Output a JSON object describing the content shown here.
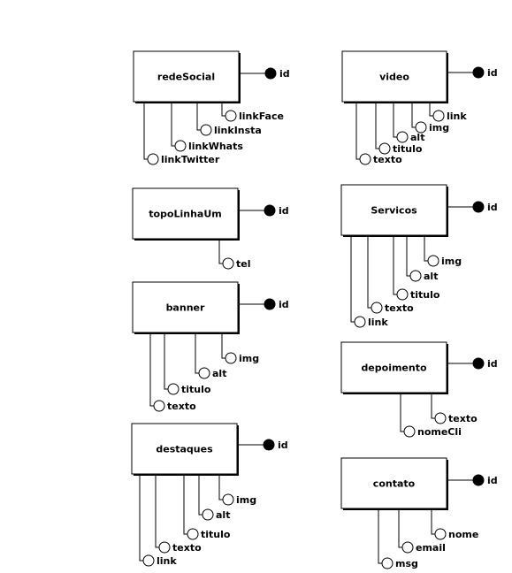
{
  "entities": [
    {
      "id": "redeSocial",
      "name": "redeSocial",
      "key": "id",
      "attributes": [
        "linkFace",
        "linkInsta",
        "linkWhats",
        "linkTwitter"
      ]
    },
    {
      "id": "video",
      "name": "video",
      "key": "id",
      "attributes": [
        "link",
        "img",
        "alt",
        "titulo",
        "texto"
      ]
    },
    {
      "id": "topoLinhaUm",
      "name": "topoLinhaUm",
      "key": "id",
      "attributes": [
        "tel"
      ]
    },
    {
      "id": "servicos",
      "name": "Servicos",
      "key": "id",
      "attributes": [
        "img",
        "alt",
        "titulo",
        "texto",
        "link"
      ]
    },
    {
      "id": "banner",
      "name": "banner",
      "key": "id",
      "attributes": [
        "img",
        "alt",
        "titulo",
        "texto"
      ]
    },
    {
      "id": "depoimento",
      "name": "depoimento",
      "key": "id",
      "attributes": [
        "texto",
        "nomeCli"
      ]
    },
    {
      "id": "destaques",
      "name": "destaques",
      "key": "id",
      "attributes": [
        "img",
        "alt",
        "titulo",
        "texto",
        "link"
      ]
    },
    {
      "id": "contato",
      "name": "contato",
      "key": "id",
      "attributes": [
        "nome",
        "email",
        "msg"
      ]
    }
  ]
}
